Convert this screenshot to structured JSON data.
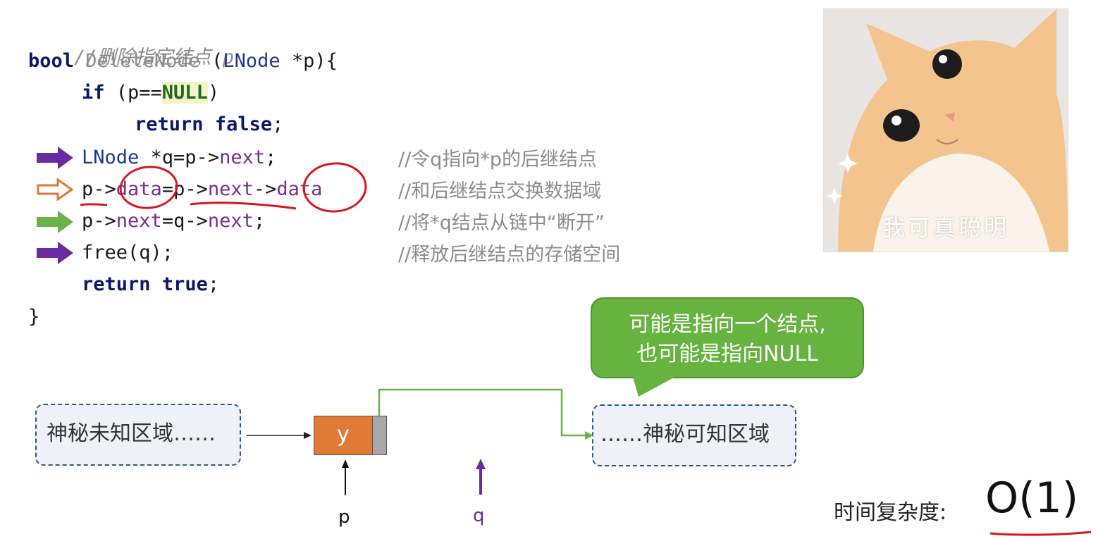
{
  "code": {
    "comment_title": "//删除指定结点 p",
    "sig_kw": "bool",
    "sig_fn": "DeleteNode",
    "sig_open": " (",
    "sig_type": "LNode",
    "sig_rest": " *p){",
    "if_kw": "if",
    "if_open": " (p==",
    "if_null": "NULL",
    "if_close": ")",
    "ret_kw": "return",
    "ret_false": "false",
    "semi": ";",
    "l4_type": "LNode",
    "l4_a": " *q=p->",
    "l4_mem": "next",
    "l4_end": ";",
    "l5_a": "p->",
    "l5_data1": "data",
    "l5_b": "=p->",
    "l5_next": "next",
    "l5_c": "->",
    "l5_data2": "data",
    "l6_a": "p->",
    "l6_next1": "next",
    "l6_b": "=q->",
    "l6_next2": "next",
    "l6_end": ";",
    "l7": "free(q);",
    "ret_true": "true",
    "close": "}",
    "c4": "//令q指向*p的后继结点",
    "c5": "//和后继结点交换数据域",
    "c6": "//将*q结点从链中“断开”",
    "c7": "//释放后继结点的存储空间"
  },
  "meme": {
    "caption": "我可真聪明"
  },
  "bubble": {
    "line1": "可能是指向一个结点,",
    "line2": "也可能是指向NULL"
  },
  "diagram": {
    "left_region": "神秘未知区域……",
    "right_region": "……神秘可知区域",
    "node_value": "y",
    "ptr_p": "p",
    "ptr_q": "q"
  },
  "complexity": {
    "label": "时间复杂度:",
    "value": "O(1)"
  },
  "colors": {
    "arrow_purple": "#6a2ba0",
    "arrow_orange": "#e07a35",
    "arrow_green": "#6cb24a",
    "bubble_green": "#67b33f",
    "node_orange": "#e07a35",
    "annotation_red": "#d8161e"
  }
}
